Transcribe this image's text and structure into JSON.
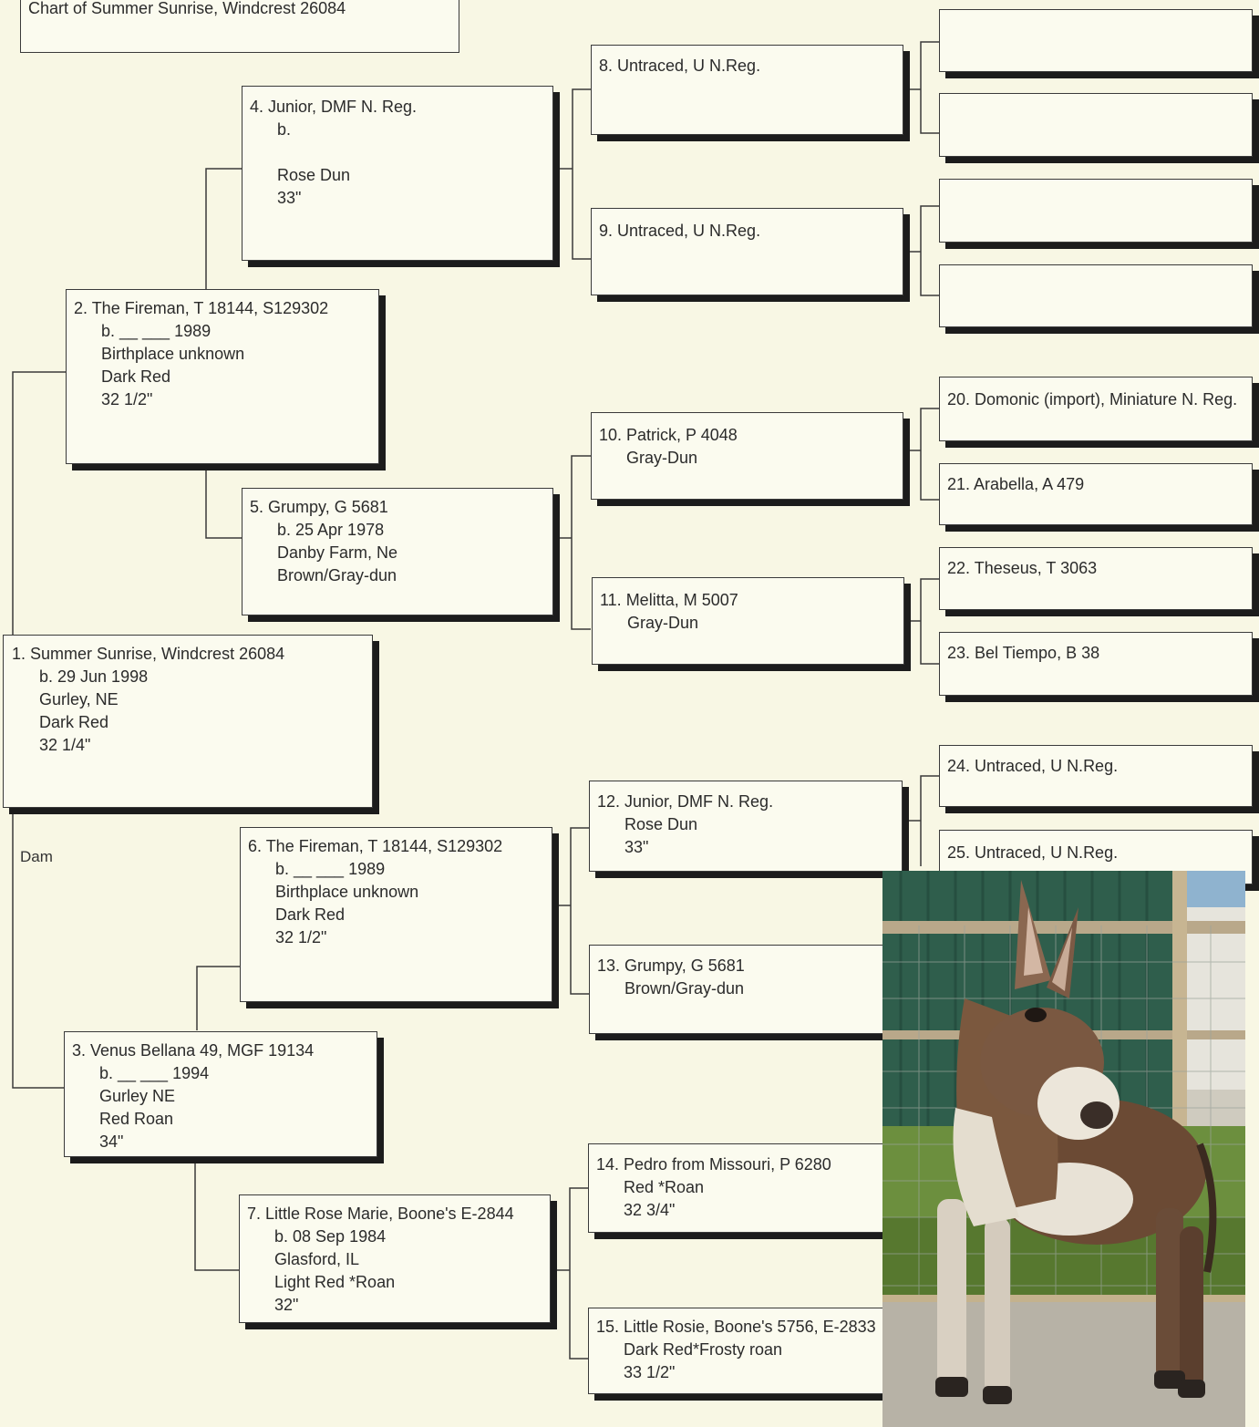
{
  "title": {
    "line1": "Chart of",
    "line2": "Summer Sunrise, Windcrest 26084"
  },
  "dam_label": "Dam",
  "boxes": {
    "b1": [
      "1. Summer Sunrise, Windcrest 26084",
      "b. 29 Jun 1998",
      "Gurley, NE",
      "Dark Red",
      "32 1/4\""
    ],
    "b2": [
      "2. The Fireman, T 18144, S129302",
      "b. __ ___ 1989",
      "Birthplace unknown",
      "Dark Red",
      "32 1/2\""
    ],
    "b3": [
      "3. Venus Bellana 49, MGF 19134",
      "b. __ ___ 1994",
      "Gurley NE",
      "Red Roan",
      "34\""
    ],
    "b4": [
      "4. Junior, DMF N. Reg.",
      "b.",
      "",
      "Rose Dun",
      "33\""
    ],
    "b5": [
      "5. Grumpy, G 5681",
      "b. 25 Apr 1978",
      "Danby Farm, Ne",
      "Brown/Gray-dun"
    ],
    "b6": [
      "6. The Fireman, T 18144, S129302",
      "b. __ ___ 1989",
      "Birthplace unknown",
      "Dark Red",
      "32 1/2\""
    ],
    "b7": [
      "7. Little Rose Marie, Boone's E-2844",
      "b. 08 Sep 1984",
      "Glasford, IL",
      "Light Red *Roan",
      "32\""
    ],
    "b8": [
      "8. Untraced, U N.Reg."
    ],
    "b9": [
      "9. Untraced, U N.Reg."
    ],
    "b10": [
      "10. Patrick, P 4048",
      "Gray-Dun"
    ],
    "b11": [
      "11. Melitta, M 5007",
      "Gray-Dun"
    ],
    "b12": [
      "12. Junior, DMF N. Reg.",
      "Rose Dun",
      "33\""
    ],
    "b13": [
      "13. Grumpy, G 5681",
      "Brown/Gray-dun"
    ],
    "b14": [
      "14. Pedro from Missouri, P 6280",
      "Red *Roan",
      "32 3/4\""
    ],
    "b15": [
      "15. Little Rosie, Boone's 5756, E-2833",
      "Dark Red*Frosty roan",
      "33 1/2\""
    ],
    "b16": [
      ""
    ],
    "b17": [
      ""
    ],
    "b18": [
      ""
    ],
    "b19": [
      ""
    ],
    "b20": [
      "20. Domonic (import), Miniature N. Reg."
    ],
    "b21": [
      "21. Arabella, A 479"
    ],
    "b22": [
      "22. Theseus, T 3063"
    ],
    "b23": [
      "23. Bel Tiempo, B 38"
    ],
    "b24": [
      "24. Untraced, U N.Reg."
    ],
    "b25": [
      "25. Untraced, U N.Reg."
    ]
  },
  "photo": {
    "subject": "donkey-photo"
  }
}
